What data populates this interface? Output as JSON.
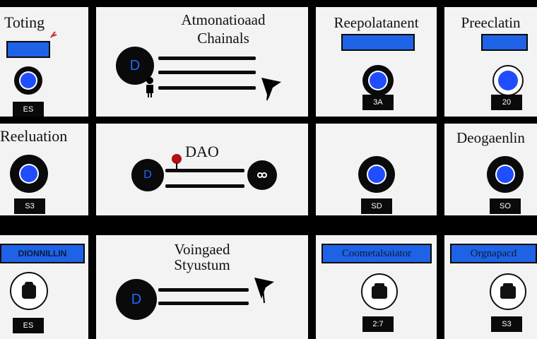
{
  "panels": {
    "p1": {
      "title": "Toting",
      "pill": "",
      "badge": "ES"
    },
    "p2": {
      "title_line1": "Atmonatioaad",
      "title_line2": "Chainals",
      "node": "D"
    },
    "p3": {
      "title": "Reepolatanent",
      "pill": "",
      "badge": "3A"
    },
    "p4": {
      "title": "Preeclatin",
      "pill": "",
      "badge": "20"
    },
    "p5": {
      "title": "Reeluation",
      "badge": "S3"
    },
    "p6": {
      "title": "DAO",
      "node": "D"
    },
    "p7": {
      "badge": "SD"
    },
    "p8": {
      "title": "Deogaenlin",
      "badge": "SO"
    },
    "p9": {
      "pill": "DIONNILLIN",
      "badge": "ES"
    },
    "p10": {
      "title_line1": "Voingaed",
      "title_line2": "Styustum",
      "node": "D"
    },
    "p11": {
      "pill": "Coometalsaiator",
      "badge": "2:7"
    },
    "p12": {
      "pill": "Orgnapacd",
      "badge": "S3"
    }
  },
  "colors": {
    "accent": "#1e63e6",
    "panel": "#f3f3f3",
    "frame": "#000000"
  },
  "icons": [
    "blue-dot-icon",
    "cursor-arrow-icon",
    "person-icon",
    "lock-icon",
    "gear-icon",
    "keypad-icon"
  ]
}
